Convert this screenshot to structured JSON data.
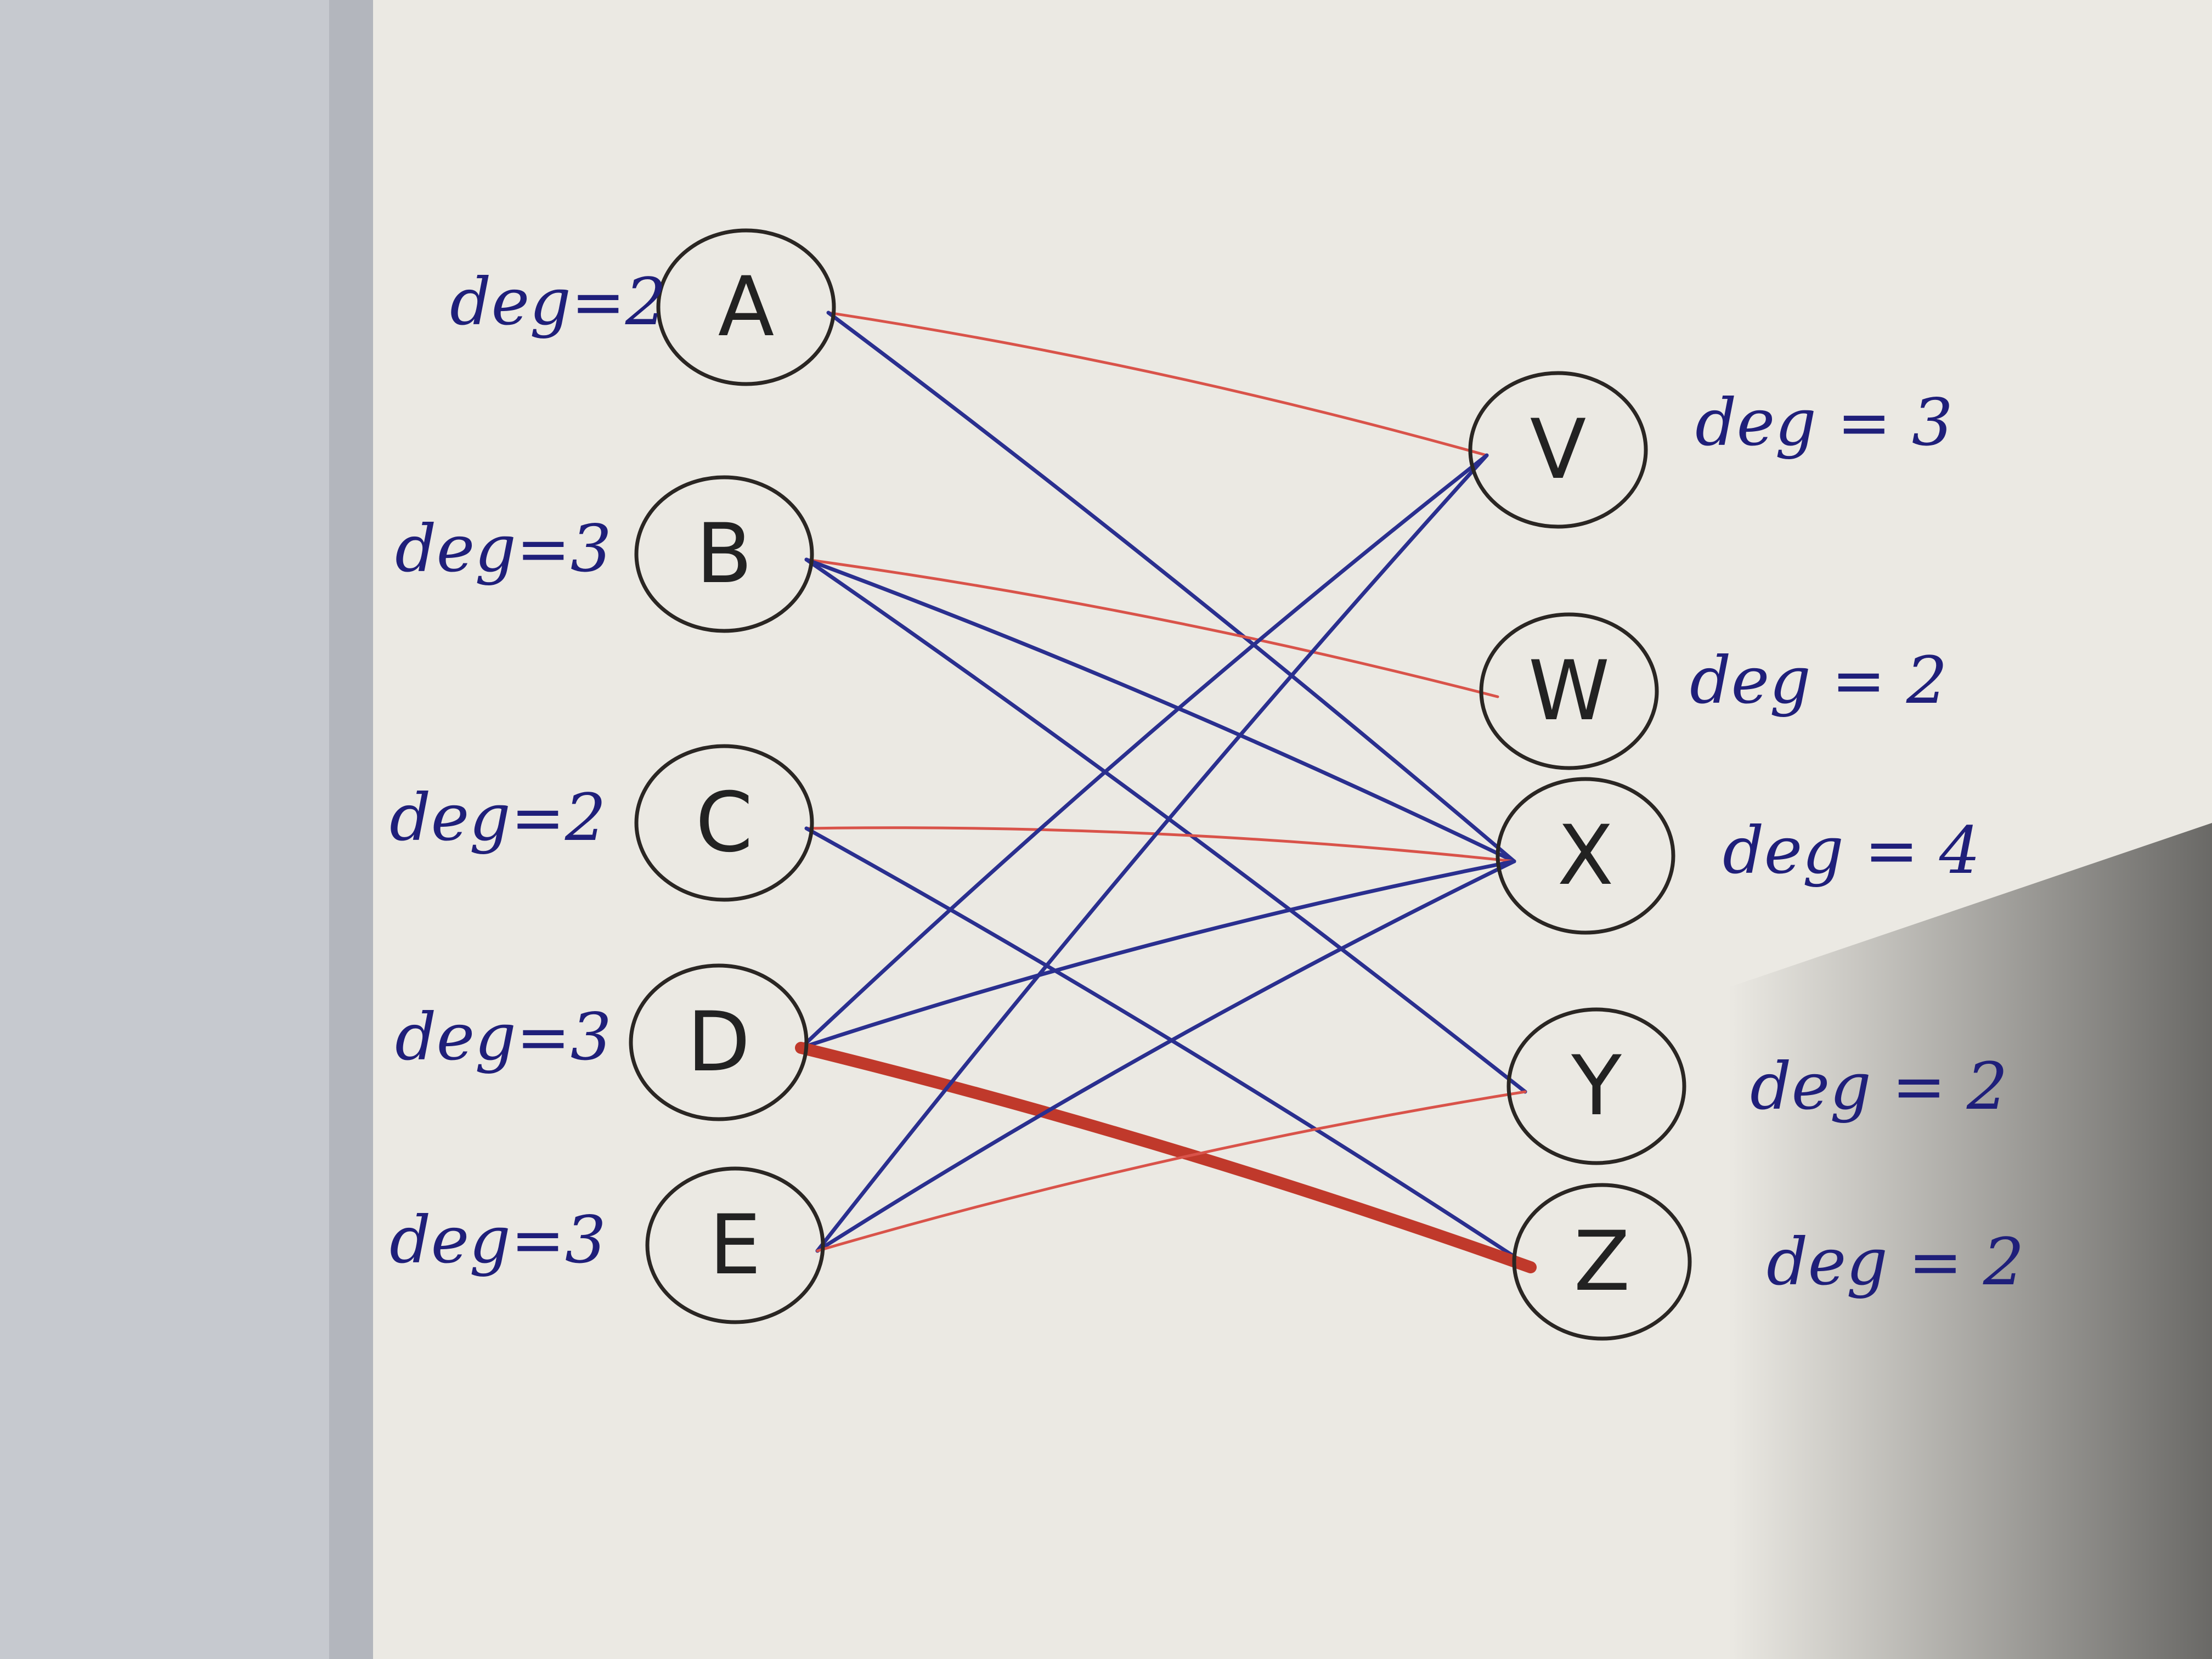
{
  "graph": {
    "left_nodes": [
      {
        "id": "A",
        "label": "A",
        "degree_label": "deg=2"
      },
      {
        "id": "B",
        "label": "B",
        "degree_label": "deg=3"
      },
      {
        "id": "C",
        "label": "C",
        "degree_label": "deg=2"
      },
      {
        "id": "D",
        "label": "D",
        "degree_label": "deg=3"
      },
      {
        "id": "E",
        "label": "E",
        "degree_label": "deg=3"
      }
    ],
    "right_nodes": [
      {
        "id": "V",
        "label": "V",
        "degree_label": "deg = 3"
      },
      {
        "id": "W",
        "label": "W",
        "degree_label": "deg = 2"
      },
      {
        "id": "X",
        "label": "X",
        "degree_label": "deg = 4"
      },
      {
        "id": "Y",
        "label": "Y",
        "degree_label": "deg = 2"
      },
      {
        "id": "Z",
        "label": "Z",
        "degree_label": "deg = 2"
      }
    ],
    "edges": [
      {
        "from": "A",
        "to": "V",
        "color": "red"
      },
      {
        "from": "A",
        "to": "X",
        "color": "blue"
      },
      {
        "from": "B",
        "to": "W",
        "color": "red"
      },
      {
        "from": "B",
        "to": "X",
        "color": "blue"
      },
      {
        "from": "B",
        "to": "Y",
        "color": "blue"
      },
      {
        "from": "C",
        "to": "X",
        "color": "red"
      },
      {
        "from": "C",
        "to": "Z",
        "color": "blue"
      },
      {
        "from": "D",
        "to": "V",
        "color": "blue"
      },
      {
        "from": "D",
        "to": "X",
        "color": "blue"
      },
      {
        "from": "D",
        "to": "Z",
        "color": "red-thick"
      },
      {
        "from": "E",
        "to": "V",
        "color": "blue"
      },
      {
        "from": "E",
        "to": "X",
        "color": "blue"
      },
      {
        "from": "E",
        "to": "Y",
        "color": "red"
      }
    ],
    "colors": {
      "red": "#d9534a",
      "red-thick": "#c0392b",
      "blue": "#2a2f8f",
      "ink": "#1f1f7a",
      "paper": "#ebe9e3"
    }
  }
}
